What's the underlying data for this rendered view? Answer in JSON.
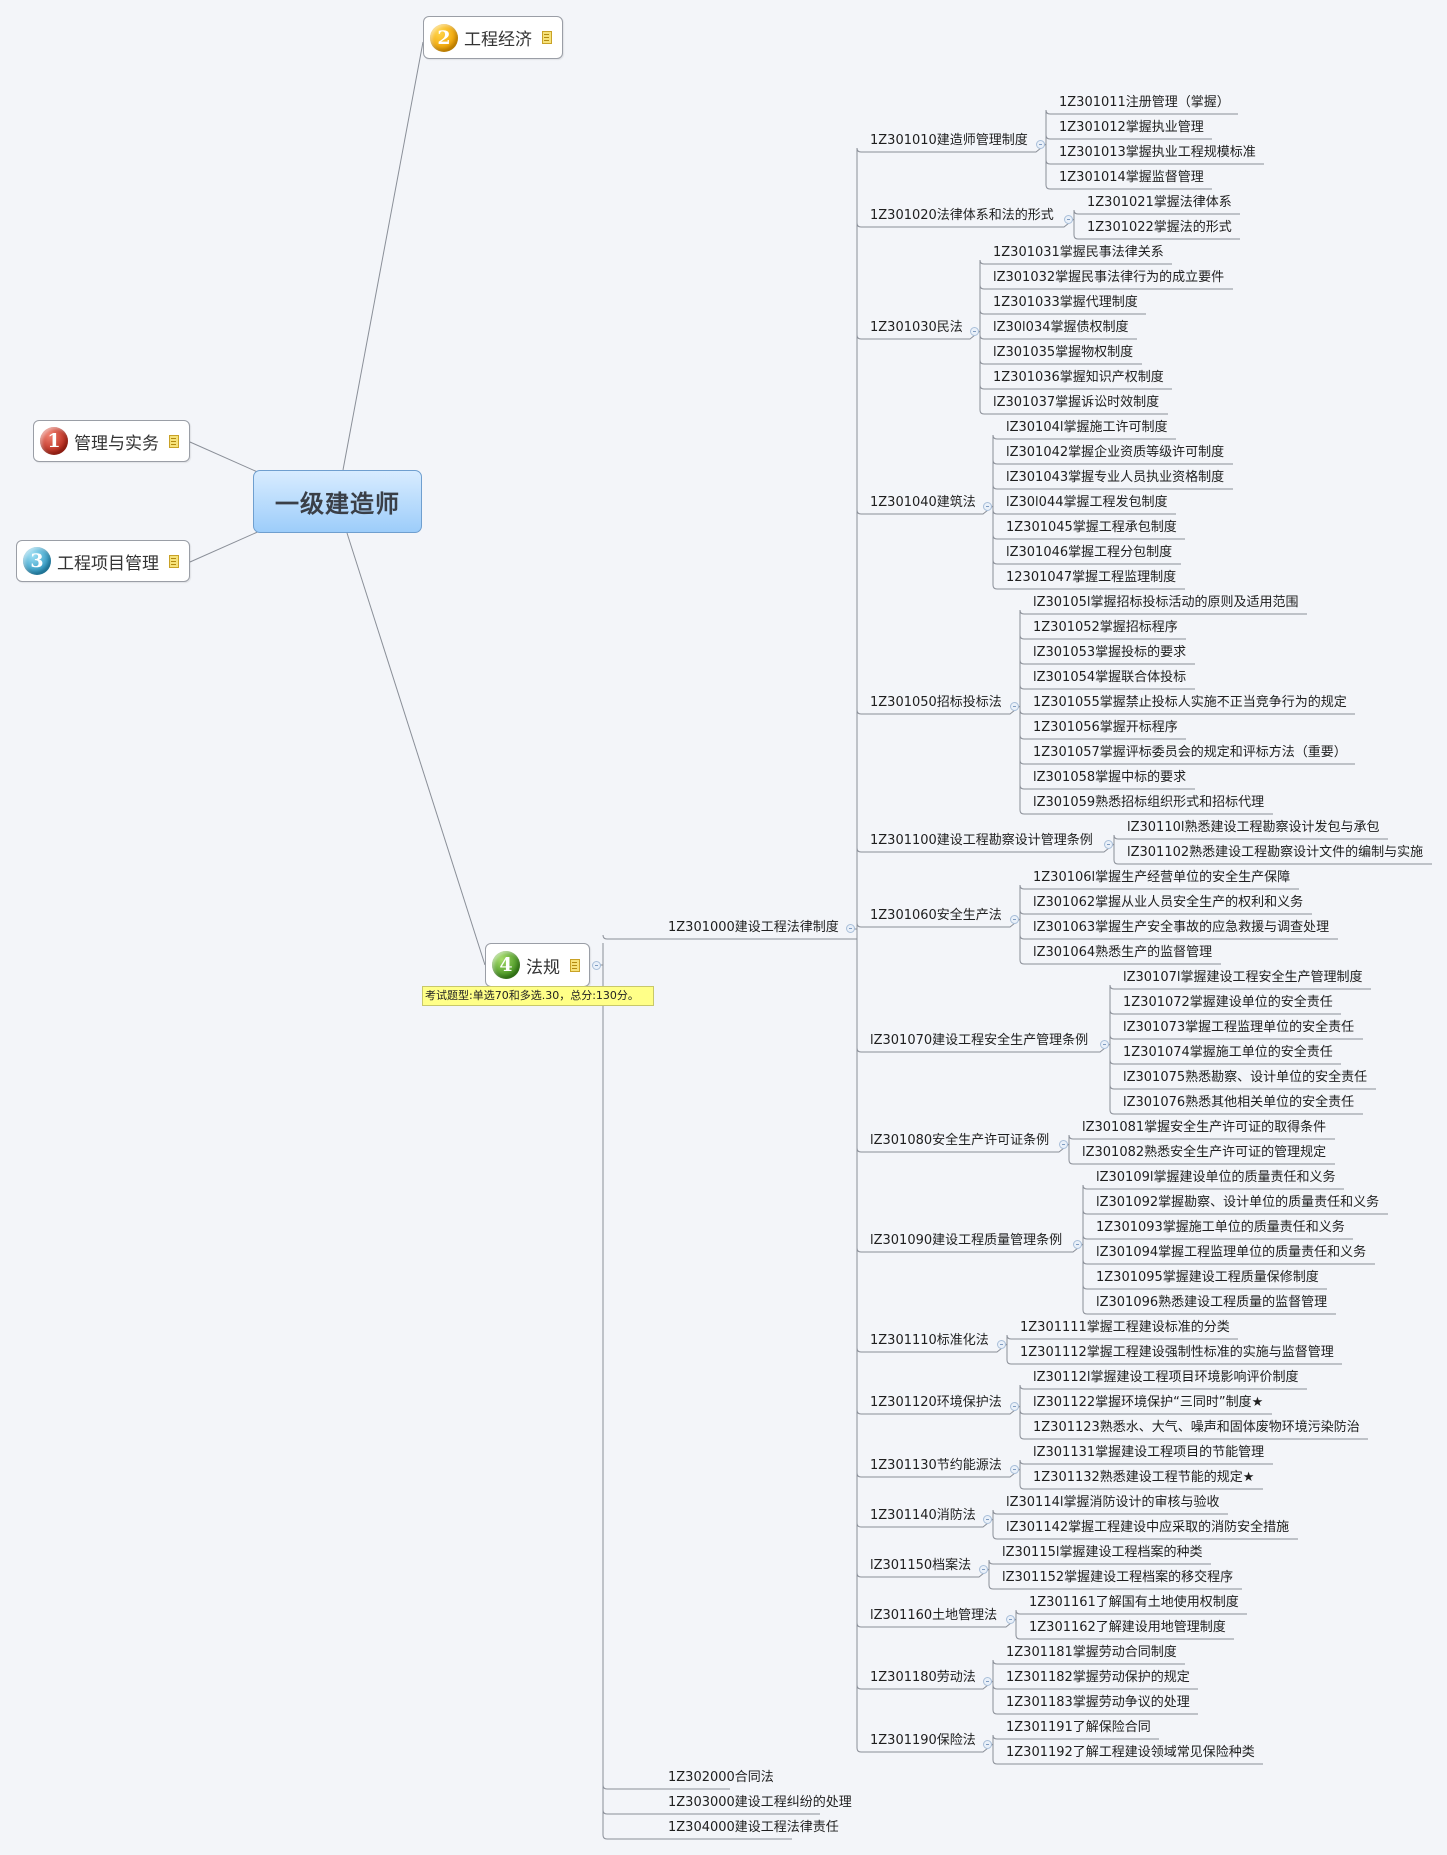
{
  "root": {
    "label": "一级建造师"
  },
  "main_topics": [
    {
      "id": "t2",
      "number": "2",
      "label": "工程经济",
      "badge_color": "#f5a800",
      "has_note": true
    },
    {
      "id": "t1",
      "number": "1",
      "label": "管理与实务",
      "badge_color": "#c8372a",
      "has_note": true
    },
    {
      "id": "t3",
      "number": "3",
      "label": "工程项目管理",
      "badge_color": "#3aa6d0",
      "has_note": true
    },
    {
      "id": "t4",
      "number": "4",
      "label": "法规",
      "badge_color": "#55a32a",
      "has_note": true
    }
  ],
  "callout": "考试题型:单选70和多选.30，总分:130分。",
  "law": {
    "chapters": [
      {
        "label": "1Z301000建设工程法律制度",
        "collapsed": false
      },
      {
        "label": "1Z302000合同法"
      },
      {
        "label": "1Z303000建设工程纠纷的处理"
      },
      {
        "label": "1Z304000建设工程法律责任"
      }
    ],
    "sections": [
      {
        "label": "1Z301010建造师管理制度",
        "items": [
          "1Z301011注册管理（掌握）",
          "1Z301012掌握执业管理",
          "1Z301013掌握执业工程规模标准",
          "1Z301014掌握监督管理"
        ]
      },
      {
        "label": "1Z301020法律体系和法的形式",
        "items": [
          "1Z301021掌握法律体系",
          "1Z301022掌握法的形式"
        ]
      },
      {
        "label": "1Z301030民法",
        "items": [
          "1Z301031掌握民事法律关系",
          "lZ301032掌握民事法律行为的成立要件",
          "1Z301033掌握代理制度",
          "lZ30l034掌握债权制度",
          "lZ301035掌握物权制度",
          "1Z301036掌握知识产权制度",
          "lZ301037掌握诉讼时效制度"
        ]
      },
      {
        "label": "1Z301040建筑法",
        "items": [
          "lZ30104l掌握施工许可制度",
          "lZ301042掌握企业资质等级许可制度",
          "lZ301043掌握专业人员执业资格制度",
          "lZ30l044掌握工程发包制度",
          "1Z301045掌握工程承包制度",
          "lZ301046掌握工程分包制度",
          "12301047掌握工程监理制度"
        ]
      },
      {
        "label": "1Z301050招标投标法",
        "items": [
          "lZ30105l掌握招标投标活动的原则及适用范围",
          "1Z301052掌握招标程序",
          "lZ301053掌握投标的要求",
          "lZ301054掌握联合体投标",
          "1Z301055掌握禁止投标人实施不正当竞争行为的规定",
          "1Z301056掌握开标程序",
          "1Z301057掌握评标委员会的规定和评标方法（重要）",
          "lZ301058掌握中标的要求",
          "lZ301059熟悉招标组织形式和招标代理"
        ]
      },
      {
        "label": "1Z301100建设工程勘察设计管理条例",
        "items": [
          "lZ30110l熟悉建设工程勘察设计发包与承包",
          "lZ301102熟悉建设工程勘察设计文件的编制与实施"
        ]
      },
      {
        "label": "1Z301060安全生产法",
        "items": [
          "1Z30106l掌握生产经营单位的安全生产保障",
          "lZ301062掌握从业人员安全生产的权利和义务",
          "lZ301063掌握生产安全事故的应急救援与调查处理",
          "lZ301064熟悉生产的监督管理"
        ]
      },
      {
        "label": "lZ301070建设工程安全生产管理条例",
        "items": [
          "lZ30107l掌握建设工程安全生产管理制度",
          "1Z301072掌握建设单位的安全责任",
          "lZ301073掌握工程监理单位的安全责任",
          "1Z301074掌握施工单位的安全责任",
          "lZ301075熟悉勘察、设计单位的安全责任",
          "lZ301076熟悉其他相关单位的安全责任"
        ]
      },
      {
        "label": "lZ301080安全生产许可证条例",
        "items": [
          "lZ301081掌握安全生产许可证的取得条件",
          "lZ301082熟悉安全生产许可证的管理规定"
        ]
      },
      {
        "label": "lZ301090建设工程质量管理条例",
        "items": [
          "lZ30109l掌握建设单位的质量责任和义务",
          "lZ301092掌握勘察、设计单位的质量责任和义务",
          "1Z301093掌握施工单位的质量责任和义务",
          "lZ301094掌握工程监理单位的质量责任和义务",
          "1Z301095掌握建设工程质量保修制度",
          "lZ301096熟悉建设工程质量的监督管理"
        ]
      },
      {
        "label": "1Z301110标准化法",
        "items": [
          "1Z301111掌握工程建设标准的分类",
          "1Z301112掌握工程建设强制性标准的实施与监督管理"
        ]
      },
      {
        "label": "1Z301120环境保护法",
        "items": [
          "lZ30112l掌握建设工程项目环境影响评价制度",
          "lZ301122掌握环境保护“三同时”制度★",
          "1Z301123熟悉水、大气、噪声和固体废物环境污染防治"
        ]
      },
      {
        "label": "1Z301130节约能源法",
        "items": [
          "lZ301131掌握建设工程项目的节能管理",
          "1Z301132熟悉建设工程节能的规定★"
        ]
      },
      {
        "label": "1Z301140消防法",
        "items": [
          "lZ30114l掌握消防设计的审核与验收",
          "lZ301142掌握工程建设中应采取的消防安全措施"
        ]
      },
      {
        "label": "lZ301150档案法",
        "items": [
          "lZ30115l掌握建设工程档案的种类",
          "lZ301152掌握建设工程档案的移交程序"
        ]
      },
      {
        "label": "lZ301160土地管理法",
        "items": [
          "1Z301161了解国有土地使用权制度",
          "1Z301162了解建设用地管理制度"
        ]
      },
      {
        "label": "1Z301180劳动法",
        "items": [
          "1Z301181掌握劳动合同制度",
          "1Z301182掌握劳动保护的规定",
          "1Z301183掌握劳动争议的处理"
        ]
      },
      {
        "label": "1Z301190保险法",
        "items": [
          "1Z301191了解保险合同",
          "1Z301192了解工程建设领域常见保险种类"
        ]
      }
    ]
  }
}
